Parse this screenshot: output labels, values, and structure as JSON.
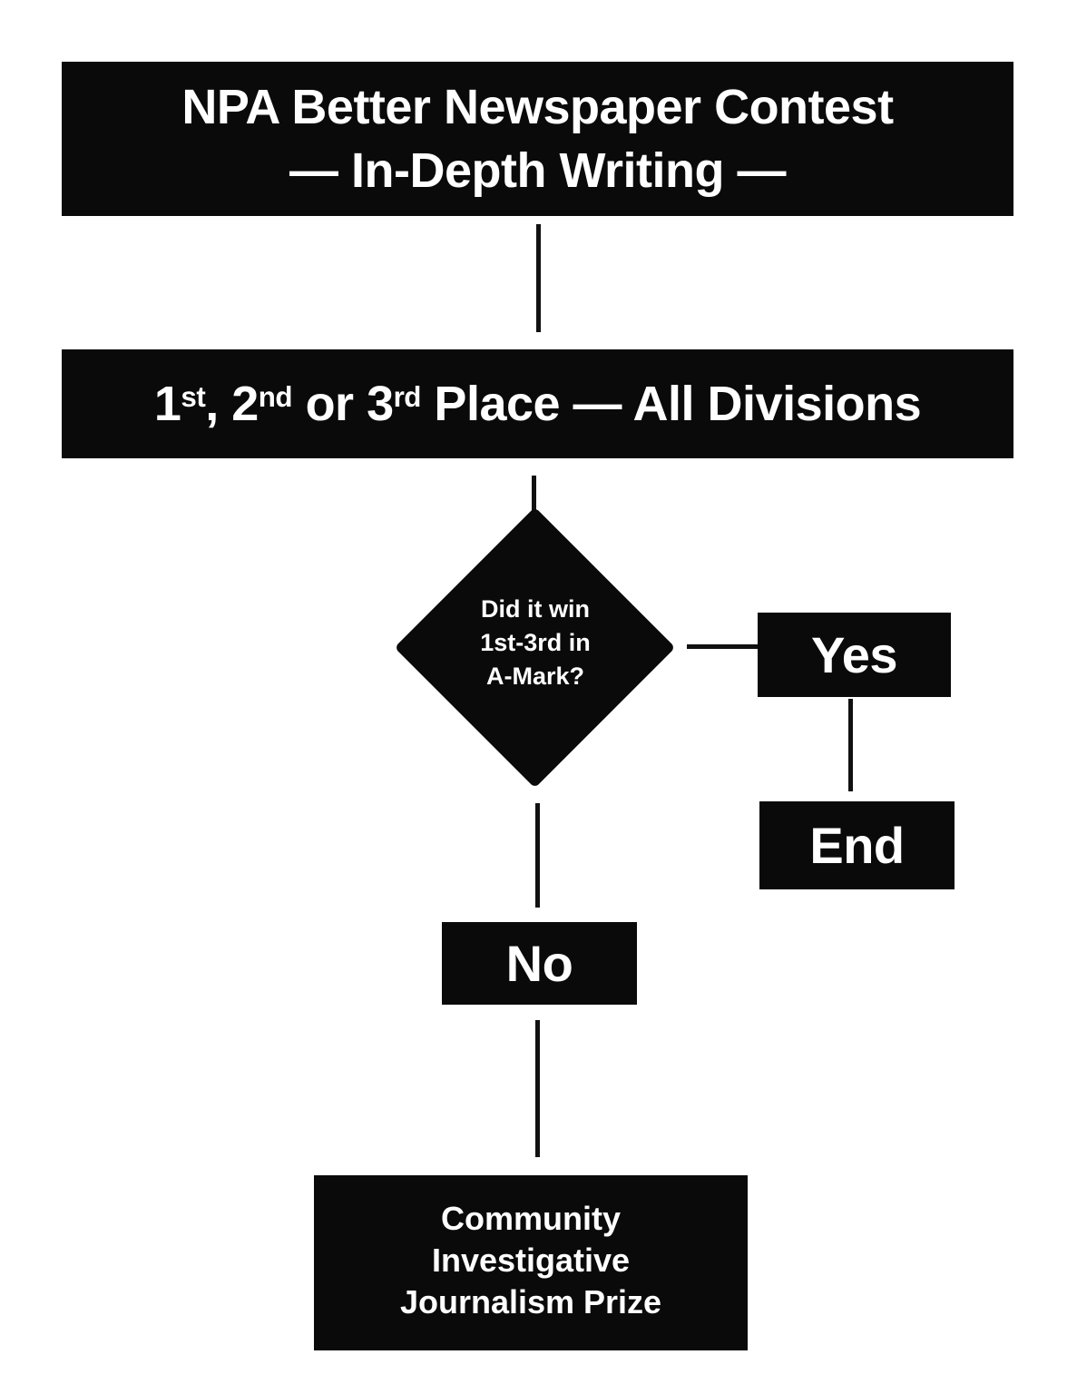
{
  "theme": {
    "background": "#ffffff",
    "node_fill": "#0a0a0a",
    "node_text": "#ffffff",
    "connector": "#111111"
  },
  "flowchart": {
    "title": {
      "line1": "NPA Better Newspaper Contest",
      "line2": "— In-Depth Writing —"
    },
    "qualifier": {
      "text": "1st, 2nd or 3rd Place — All Divisions",
      "segments": [
        {
          "text": "1"
        },
        {
          "sup": "st"
        },
        {
          "text": ", 2"
        },
        {
          "sup": "nd"
        },
        {
          "text": " or 3"
        },
        {
          "sup": "rd"
        },
        {
          "text": " Place — All Divisions"
        }
      ]
    },
    "decision": {
      "line1": "Did it win",
      "line2": "1st-3rd in",
      "line3": "A-Mark?"
    },
    "yes_label": "Yes",
    "end_label": "End",
    "no_label": "No",
    "prize": {
      "line1": "Community",
      "line2": "Investigative",
      "line3": "Journalism Prize"
    }
  }
}
